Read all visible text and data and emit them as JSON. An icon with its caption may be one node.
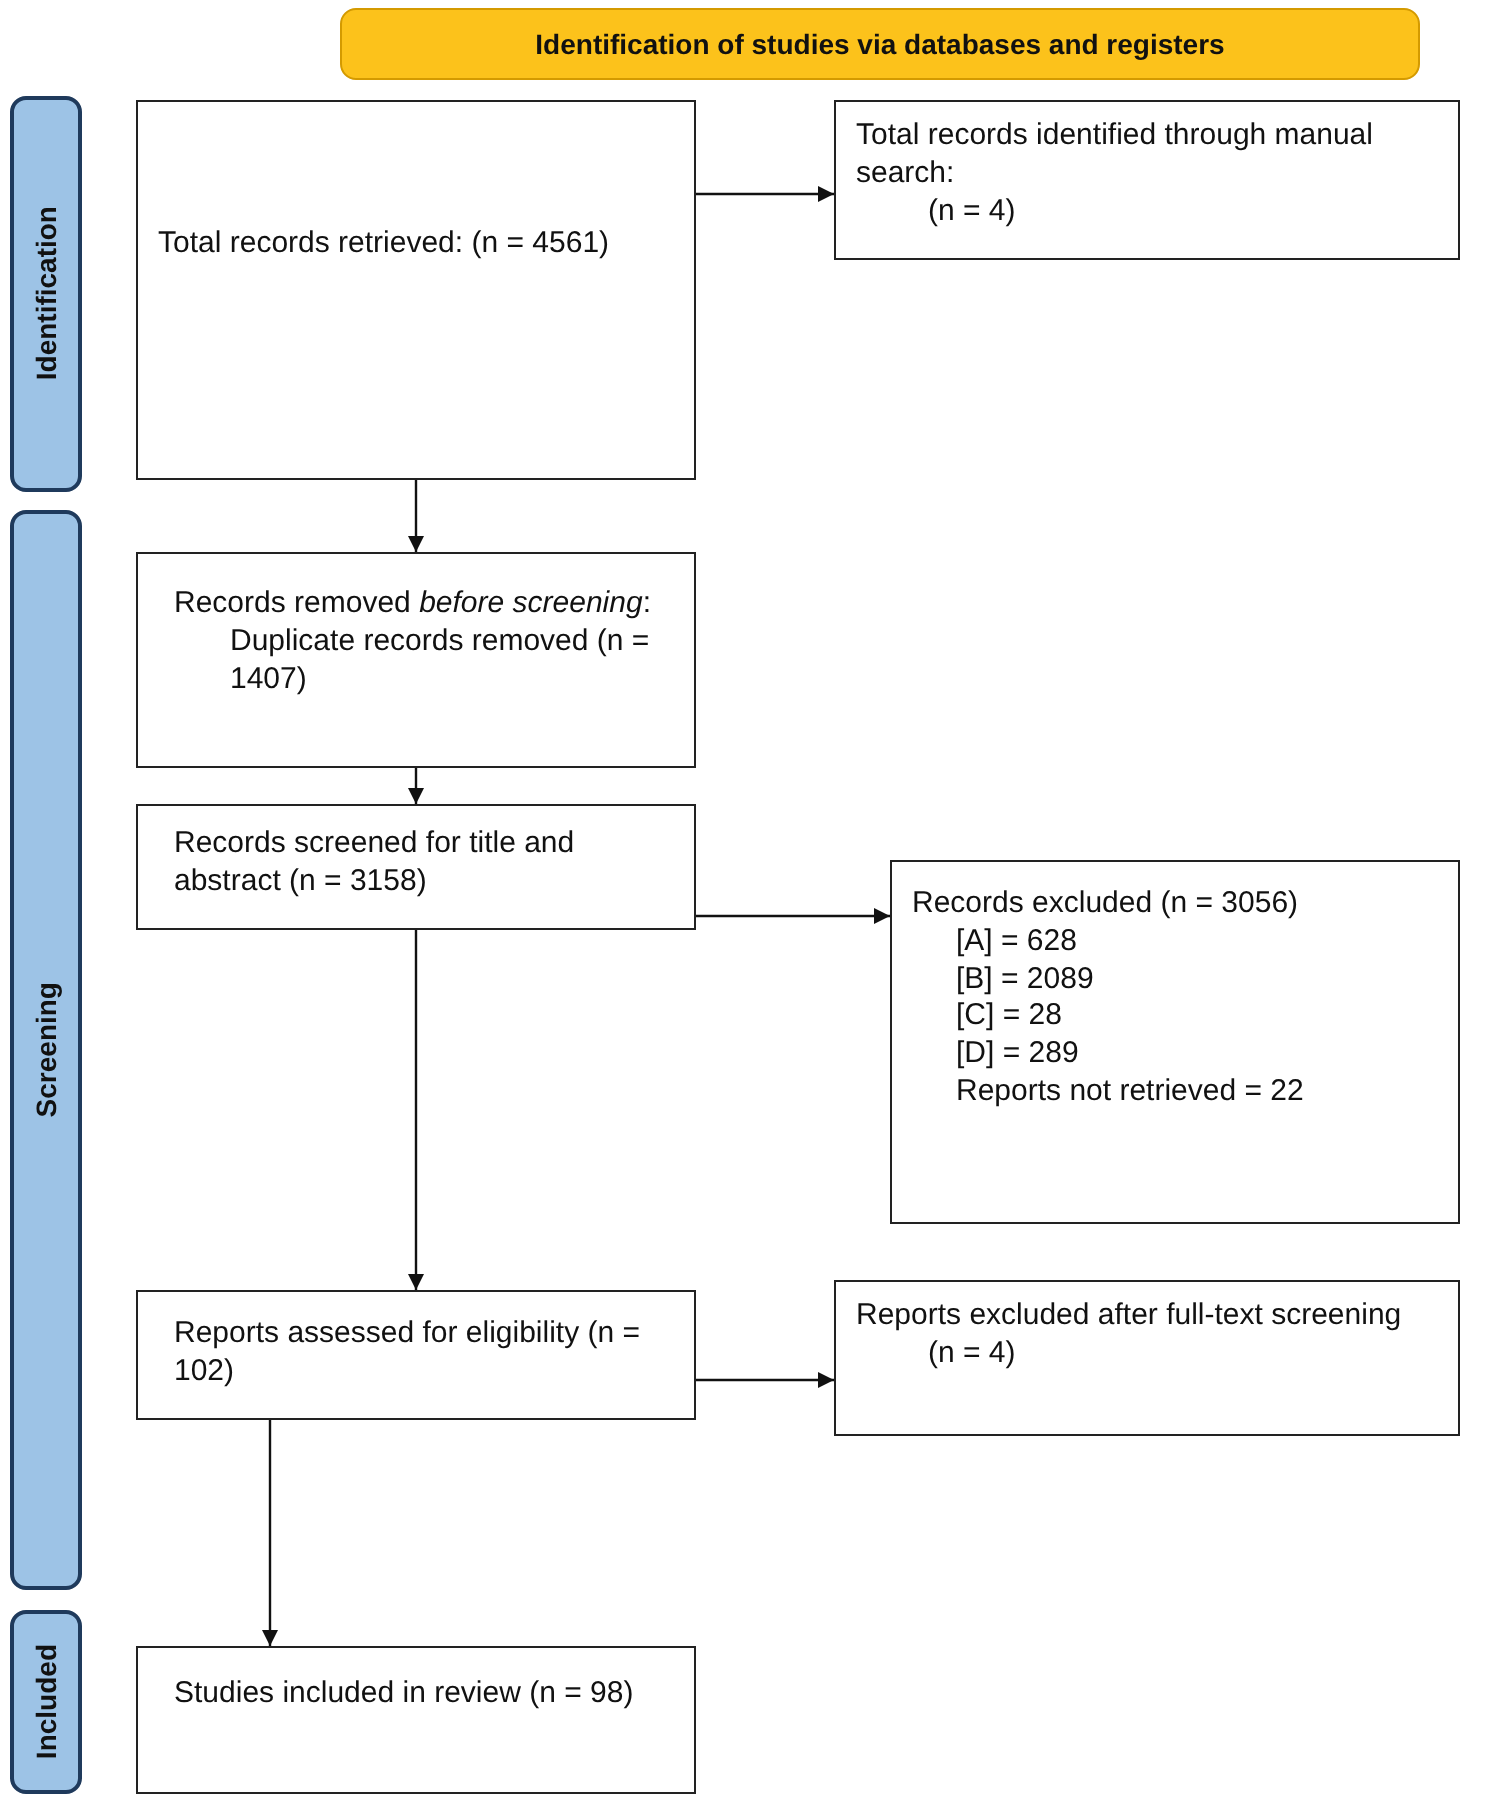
{
  "diagram": {
    "nodes": [
      {
        "text": [
          "Identification of studies via databases and registers"
        ]
      },
      {
        "text": [
          "Identification"
        ]
      },
      {
        "text": [
          "Screening"
        ]
      },
      {
        "text": [
          "Included"
        ]
      },
      {
        "text": [
          "Total records retrieved: (n = 4561)"
        ]
      },
      {
        "text": [
          "Total records identified through manual search:",
          "(n = 4)"
        ]
      },
      {
        "text": [
          "Records removed *before screening*:",
          "Duplicate records removed (n = 1407)"
        ]
      },
      {
        "text": [
          "Records screened for title and abstract (n = 3158)"
        ]
      },
      {
        "text": [
          "Records excluded (n = 3056)",
          "[A] = 628",
          "[B] = 2089",
          "[C] = 28",
          "[D] = 289",
          "Reports not retrieved = 22"
        ]
      },
      {
        "text": [
          "Reports assessed for eligibility (n = 102)"
        ]
      },
      {
        "text": [
          "Reports excluded after full-text screening",
          "(n = 4)"
        ]
      },
      {
        "text": [
          "Studies included in review (n = 98)"
        ]
      }
    ],
    "edges": [
      {
        "from": 4,
        "to": 5,
        "arrow": "to"
      },
      {
        "from": 4,
        "to": 6,
        "arrow": "to"
      },
      {
        "from": 6,
        "to": 7,
        "arrow": "to"
      },
      {
        "from": 7,
        "to": 8,
        "arrow": "to"
      },
      {
        "from": 7,
        "to": 9,
        "arrow": "to"
      },
      {
        "from": 9,
        "to": 10,
        "arrow": "to"
      },
      {
        "from": 9,
        "to": 11,
        "arrow": "to"
      }
    ]
  }
}
